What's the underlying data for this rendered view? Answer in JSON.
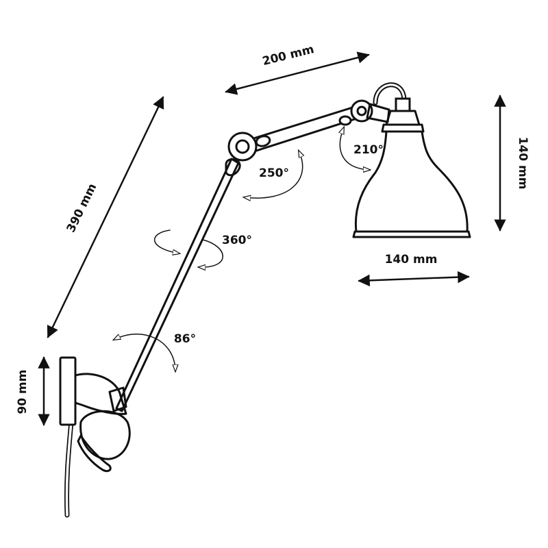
{
  "colors": {
    "ink": "#111111",
    "paper": "#ffffff"
  },
  "dimensions": {
    "upper_arm": "200 mm",
    "lower_arm": "390 mm",
    "shade_height": "140 mm",
    "shade_width": "140 mm",
    "base_height": "90 mm"
  },
  "rotations": {
    "elbow": "250°",
    "shade": "210°",
    "arm_swivel": "360°",
    "base_tilt": "86°"
  }
}
